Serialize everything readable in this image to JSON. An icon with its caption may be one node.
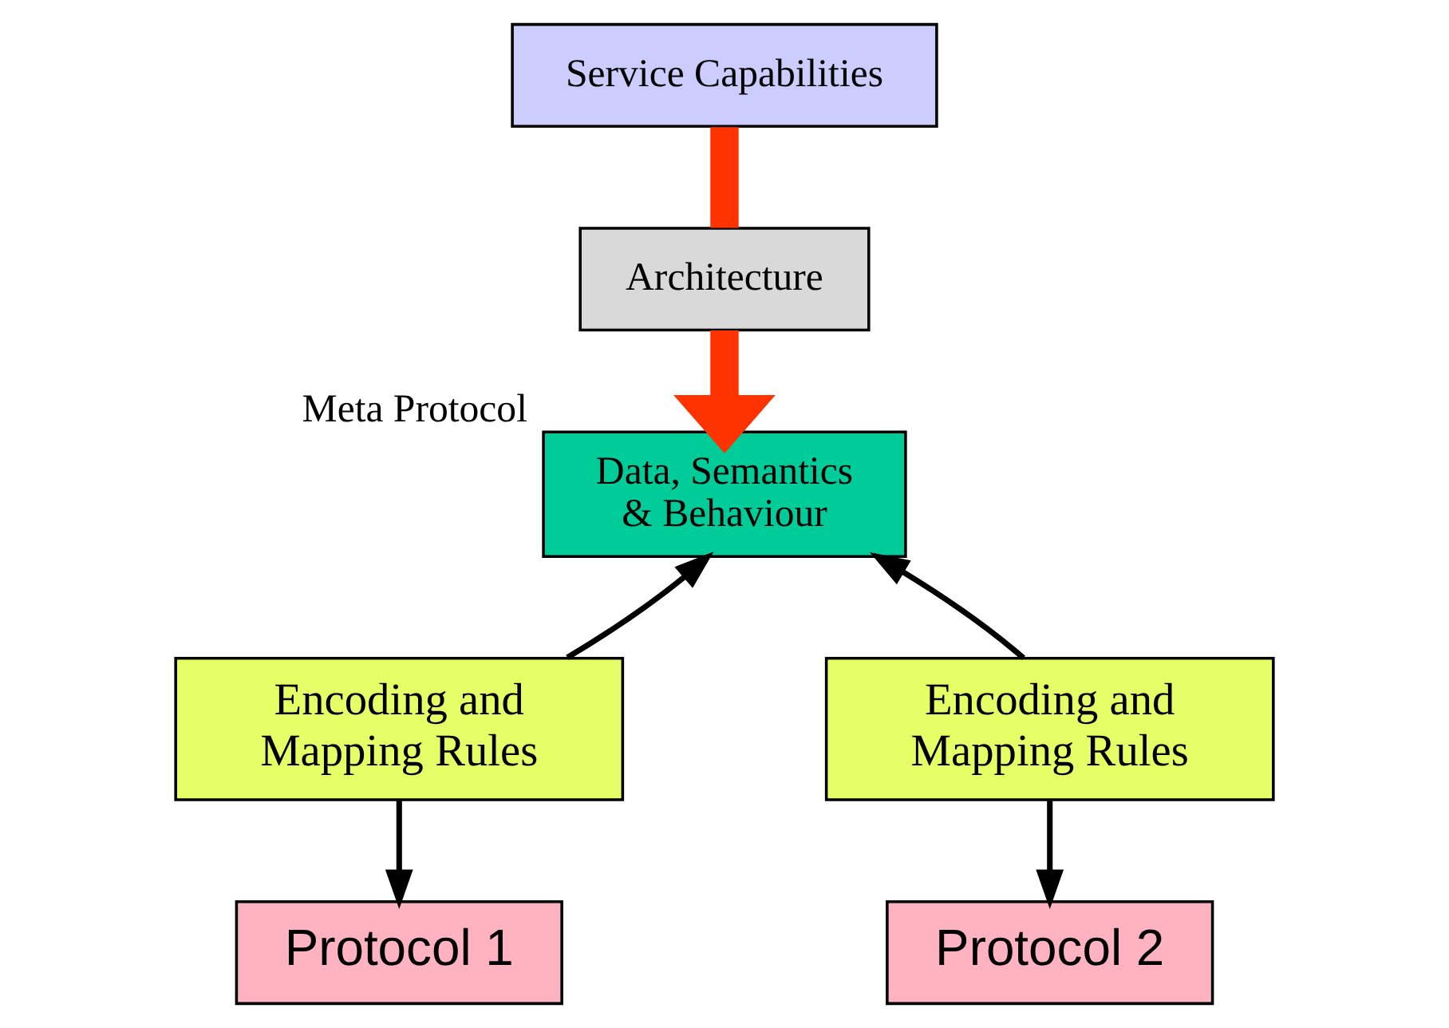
{
  "diagram": {
    "nodes": [
      {
        "text": [
          "Service Capabilities"
        ]
      },
      {
        "text": [
          "Architecture"
        ]
      },
      {
        "text": [
          "Data, Semantics & Behaviour"
        ],
        "beside": [
          "Meta Protocol"
        ]
      },
      {
        "text": [
          "Encoding and Mapping Rules"
        ]
      },
      {
        "text": [
          "Encoding and Mapping Rules"
        ]
      },
      {
        "text": [
          "Protocol 1"
        ]
      },
      {
        "text": [
          "Protocol 2"
        ]
      }
    ],
    "edges": [
      {
        "from": 0,
        "to": 1,
        "arrow": "none",
        "style": "thick",
        "color": "#ff3300"
      },
      {
        "from": 1,
        "to": 2,
        "arrow": "to",
        "style": "thick",
        "color": "#ff3300"
      },
      {
        "from": 3,
        "to": 2,
        "arrow": "to"
      },
      {
        "from": 4,
        "to": 2,
        "arrow": "to"
      },
      {
        "from": 3,
        "to": 5,
        "arrow": "to"
      },
      {
        "from": 4,
        "to": 6,
        "arrow": "to"
      }
    ]
  }
}
